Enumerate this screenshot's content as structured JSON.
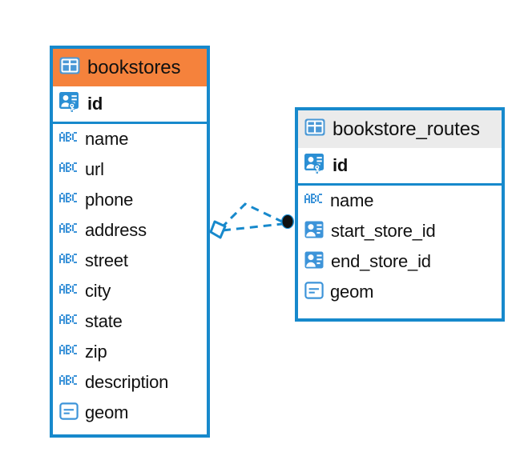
{
  "diagram": {
    "type": "er-diagram",
    "background_color": "#ffffff",
    "accent_color": "#1789cc",
    "highlight_color": "#f5823c",
    "header_gray": "#ebebeb"
  },
  "entities": [
    {
      "id": "bookstores",
      "title": "bookstores",
      "header_icon": "table-icon",
      "header_style": "accent-orange",
      "selected": true,
      "key_fields": [
        {
          "name": "id",
          "icon": "primary-key-icon",
          "bold": true
        }
      ],
      "fields": [
        {
          "name": "name",
          "icon": "text-abc-icon"
        },
        {
          "name": "url",
          "icon": "text-abc-icon"
        },
        {
          "name": "phone",
          "icon": "text-abc-icon"
        },
        {
          "name": "address",
          "icon": "text-abc-icon"
        },
        {
          "name": "street",
          "icon": "text-abc-icon"
        },
        {
          "name": "city",
          "icon": "text-abc-icon"
        },
        {
          "name": "state",
          "icon": "text-abc-icon"
        },
        {
          "name": "zip",
          "icon": "text-abc-icon"
        },
        {
          "name": "description",
          "icon": "text-abc-icon"
        },
        {
          "name": "geom",
          "icon": "geometry-icon"
        }
      ]
    },
    {
      "id": "bookstore_routes",
      "title": "bookstore_routes",
      "header_icon": "table-icon",
      "header_style": "accent-gray",
      "selected": false,
      "key_fields": [
        {
          "name": "id",
          "icon": "primary-key-icon",
          "bold": true
        }
      ],
      "fields": [
        {
          "name": "name",
          "icon": "text-abc-icon"
        },
        {
          "name": "start_store_id",
          "icon": "foreign-key-icon"
        },
        {
          "name": "end_store_id",
          "icon": "foreign-key-icon"
        },
        {
          "name": "geom",
          "icon": "geometry-icon"
        }
      ]
    }
  ],
  "relationship": {
    "style": "dashed",
    "color": "#1789cc",
    "source_marker": "open-diamond",
    "target_marker": "filled-circle",
    "target_marker_color": "#000000",
    "branches": 2
  }
}
